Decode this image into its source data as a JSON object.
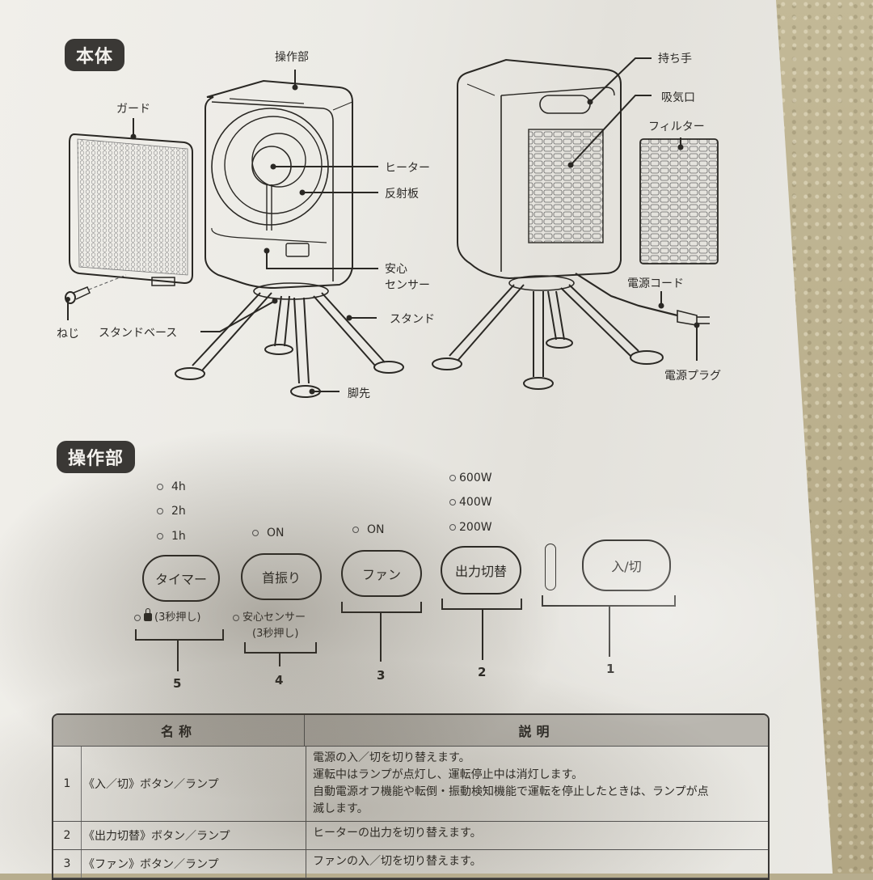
{
  "sections": {
    "body": {
      "title": "本体",
      "labels": {
        "control_panel": "操作部",
        "guard": "ガード",
        "heater": "ヒーター",
        "reflector": "反射板",
        "safety_sensor": "安心\nセンサー",
        "safety_sensor_line1": "安心",
        "safety_sensor_line2": "センサー",
        "stand": "スタンド",
        "stand_base": "スタンドベース",
        "screw": "ねじ",
        "foot": "脚先",
        "handle": "持ち手",
        "air_intake": "吸気口",
        "filter": "フィルター",
        "power_cord": "電源コード",
        "power_plug": "電源プラグ"
      }
    },
    "control": {
      "title": "操作部",
      "buttons": [
        {
          "id": 5,
          "label": "タイマー",
          "leds": [
            "4h",
            "2h",
            "1h"
          ],
          "sub": "(3秒押し)",
          "sub_icon": "lock-icon"
        },
        {
          "id": 4,
          "label": "首振り",
          "leds": [
            "ON"
          ],
          "sub_line1": "安心センサー",
          "sub_line2": "(3秒押し)"
        },
        {
          "id": 3,
          "label": "ファン",
          "leds": [
            "ON"
          ]
        },
        {
          "id": 2,
          "label": "出力切替",
          "leds": [
            "600W",
            "400W",
            "200W"
          ]
        },
        {
          "id": 1,
          "label": "入/切",
          "leds": []
        }
      ],
      "numbers": [
        "5",
        "4",
        "3",
        "2",
        "1"
      ]
    }
  },
  "table": {
    "headers": {
      "name": "名称",
      "description": "説明"
    },
    "rows": [
      {
        "num": "1",
        "name": "《入／切》ボタン／ランプ",
        "desc": [
          "電源の入／切を切り替えます。",
          "運転中はランプが点灯し、運転停止中は消灯します。",
          "自動電源オフ機能や転倒・振動検知機能で運転を停止したときは、ランプが点",
          "滅します。"
        ]
      },
      {
        "num": "2",
        "name": "《出力切替》ボタン／ランプ",
        "desc": [
          "ヒーターの出力を切り替えます。"
        ]
      },
      {
        "num": "3",
        "name": "《ファン》ボタン／ランプ",
        "desc": [
          "ファンの入／切を切り替えます。"
        ]
      }
    ]
  },
  "colors": {
    "badge_bg": "#3a3835",
    "table_header_bg": "#b9b6af",
    "paper": "#ecebe6",
    "carpet": "#b7ad8e"
  }
}
